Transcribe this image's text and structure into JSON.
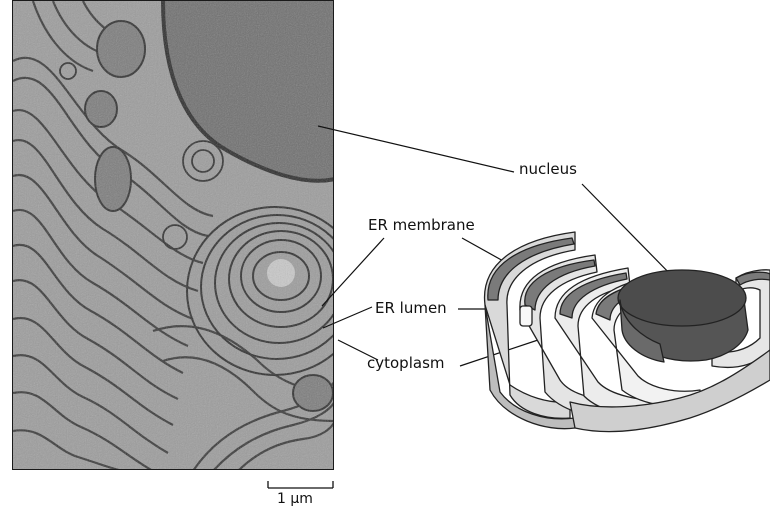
{
  "labels": {
    "nucleus": "nucleus",
    "er_membrane": "ER membrane",
    "er_lumen": "ER lumen",
    "cytoplasm": "cytoplasm"
  },
  "scale_bar": {
    "label": "1 μm"
  },
  "colors": {
    "micrograph_bg": "#9a9a9a",
    "membrane": "#2a2a2a",
    "nucleus_fill": "#4a4a4a",
    "er_tube": "#e6e6e6",
    "er_lumen_fill": "#7a7a7a",
    "leader_line": "#111111"
  }
}
